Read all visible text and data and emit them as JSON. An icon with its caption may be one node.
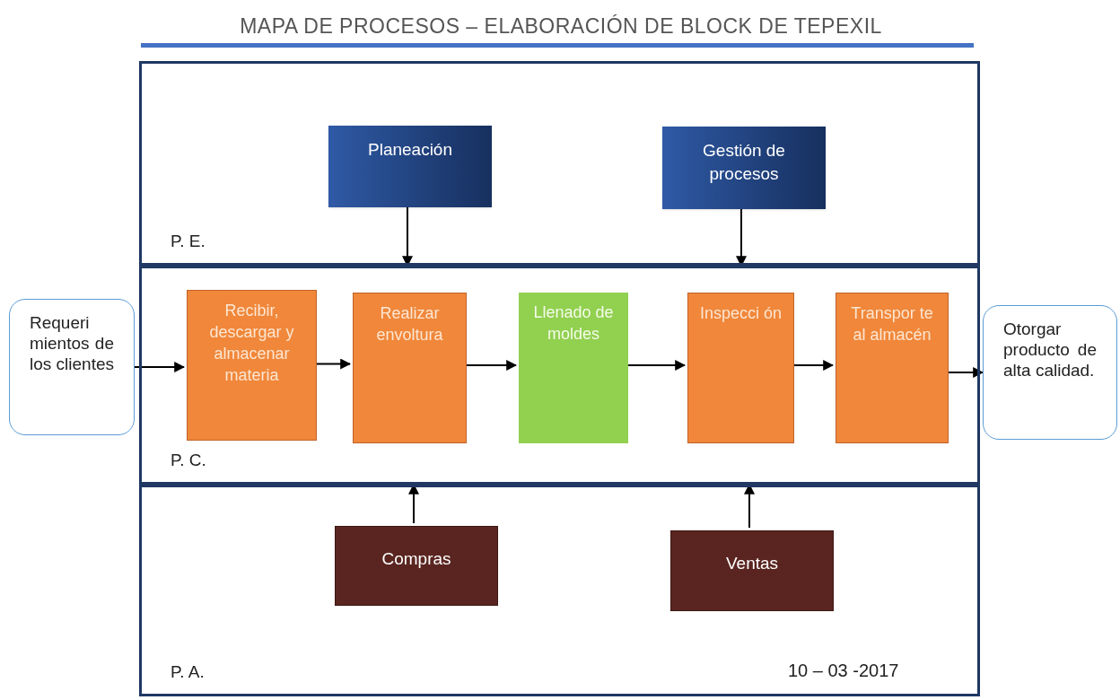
{
  "diagram": {
    "title": "MAPA DE PROCESOS – ELABORACIÓN DE BLOCK DE TEPEXIL",
    "nodes": [
      {
        "text": [
          "P. E."
        ]
      },
      {
        "text": [
          "Planeación"
        ],
        "in": 0
      },
      {
        "text": [
          "Gestión de procesos"
        ],
        "in": 0
      },
      {
        "text": [
          "P. C."
        ]
      },
      {
        "text": [
          "Recibir, descargar y almacenar materia"
        ],
        "in": 3
      },
      {
        "text": [
          "Realizar envoltura"
        ],
        "in": 3
      },
      {
        "text": [
          "Llenado de moldes"
        ],
        "in": 3
      },
      {
        "text": [
          "Inspecci ón"
        ],
        "in": 3
      },
      {
        "text": [
          "Transpor te al almacén"
        ],
        "in": 3
      },
      {
        "text": [
          "P. A."
        ]
      },
      {
        "text": [
          "Compras"
        ],
        "in": 9
      },
      {
        "text": [
          "Ventas"
        ],
        "in": 9
      },
      {
        "text": [
          "Requeri mientos de los clientes"
        ]
      },
      {
        "text": [
          "Otorgar producto de alta calidad."
        ]
      }
    ],
    "edges": [
      {
        "from": 1,
        "to": 3,
        "arrow": "to"
      },
      {
        "from": 2,
        "to": 3,
        "arrow": "to"
      },
      {
        "from": 12,
        "to": 4,
        "arrow": "to"
      },
      {
        "from": 4,
        "to": 5,
        "arrow": "to"
      },
      {
        "from": 5,
        "to": 6,
        "arrow": "to"
      },
      {
        "from": 6,
        "to": 7,
        "arrow": "to"
      },
      {
        "from": 7,
        "to": 8,
        "arrow": "to"
      },
      {
        "from": 8,
        "to": 13,
        "arrow": "to"
      },
      {
        "from": 10,
        "to": 3,
        "arrow": "to"
      },
      {
        "from": 11,
        "to": 3,
        "arrow": "to"
      }
    ],
    "labels": [
      "10 – 03 -2017"
    ]
  }
}
